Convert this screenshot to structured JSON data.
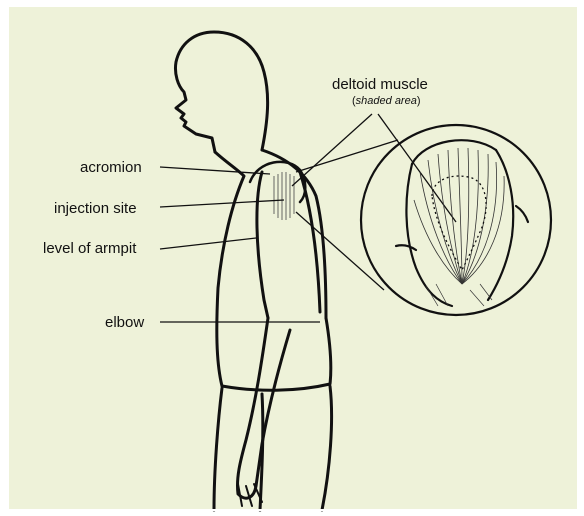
{
  "labels": {
    "deltoid_muscle": "deltoid muscle",
    "shaded_area_open": "(",
    "shaded_area": "shaded area",
    "shaded_area_close": ")",
    "acromion": "acromion",
    "injection_site": "injection site",
    "level_of_armpit": "level of armpit",
    "elbow": "elbow"
  },
  "colors": {
    "background": "#eef2d9",
    "line": "#111111",
    "frame": "#ffffff"
  }
}
